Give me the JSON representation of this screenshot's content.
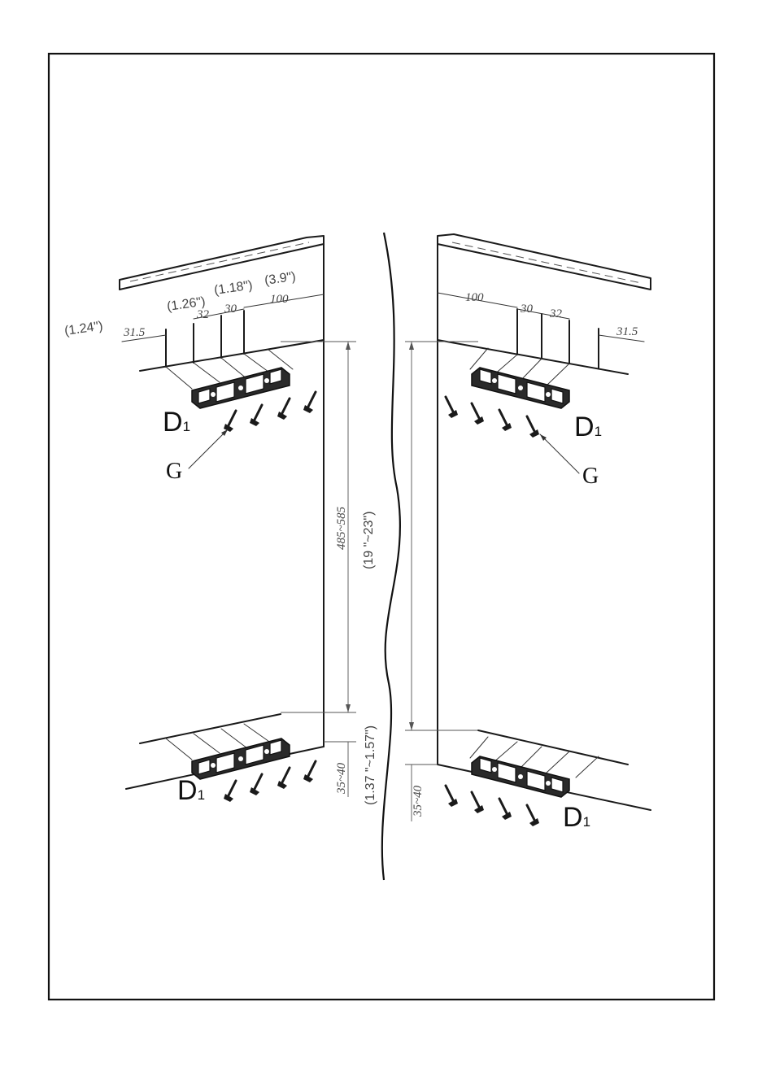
{
  "dimensions": {
    "left": {
      "d_31_5": "31.5",
      "d_32": "32",
      "d_30": "30",
      "d_100": "100",
      "in_1_24": "(1.24\")",
      "in_1_26": "(1.26\")",
      "in_1_18": "(1.18\")",
      "in_3_9": "(3.9\")",
      "vertical_mm": "485~585",
      "vertical_in": "(19 \"~23\")",
      "bottom_mm": "35~40",
      "bottom_in": "(1.37 \"~1.57\")"
    },
    "right": {
      "d_100": "100",
      "d_30": "30",
      "d_32": "32",
      "d_31_5": "31.5",
      "bottom_mm": "35~40"
    }
  },
  "labels": {
    "part_letter": "D",
    "part_sub": "1",
    "screw": "G"
  }
}
